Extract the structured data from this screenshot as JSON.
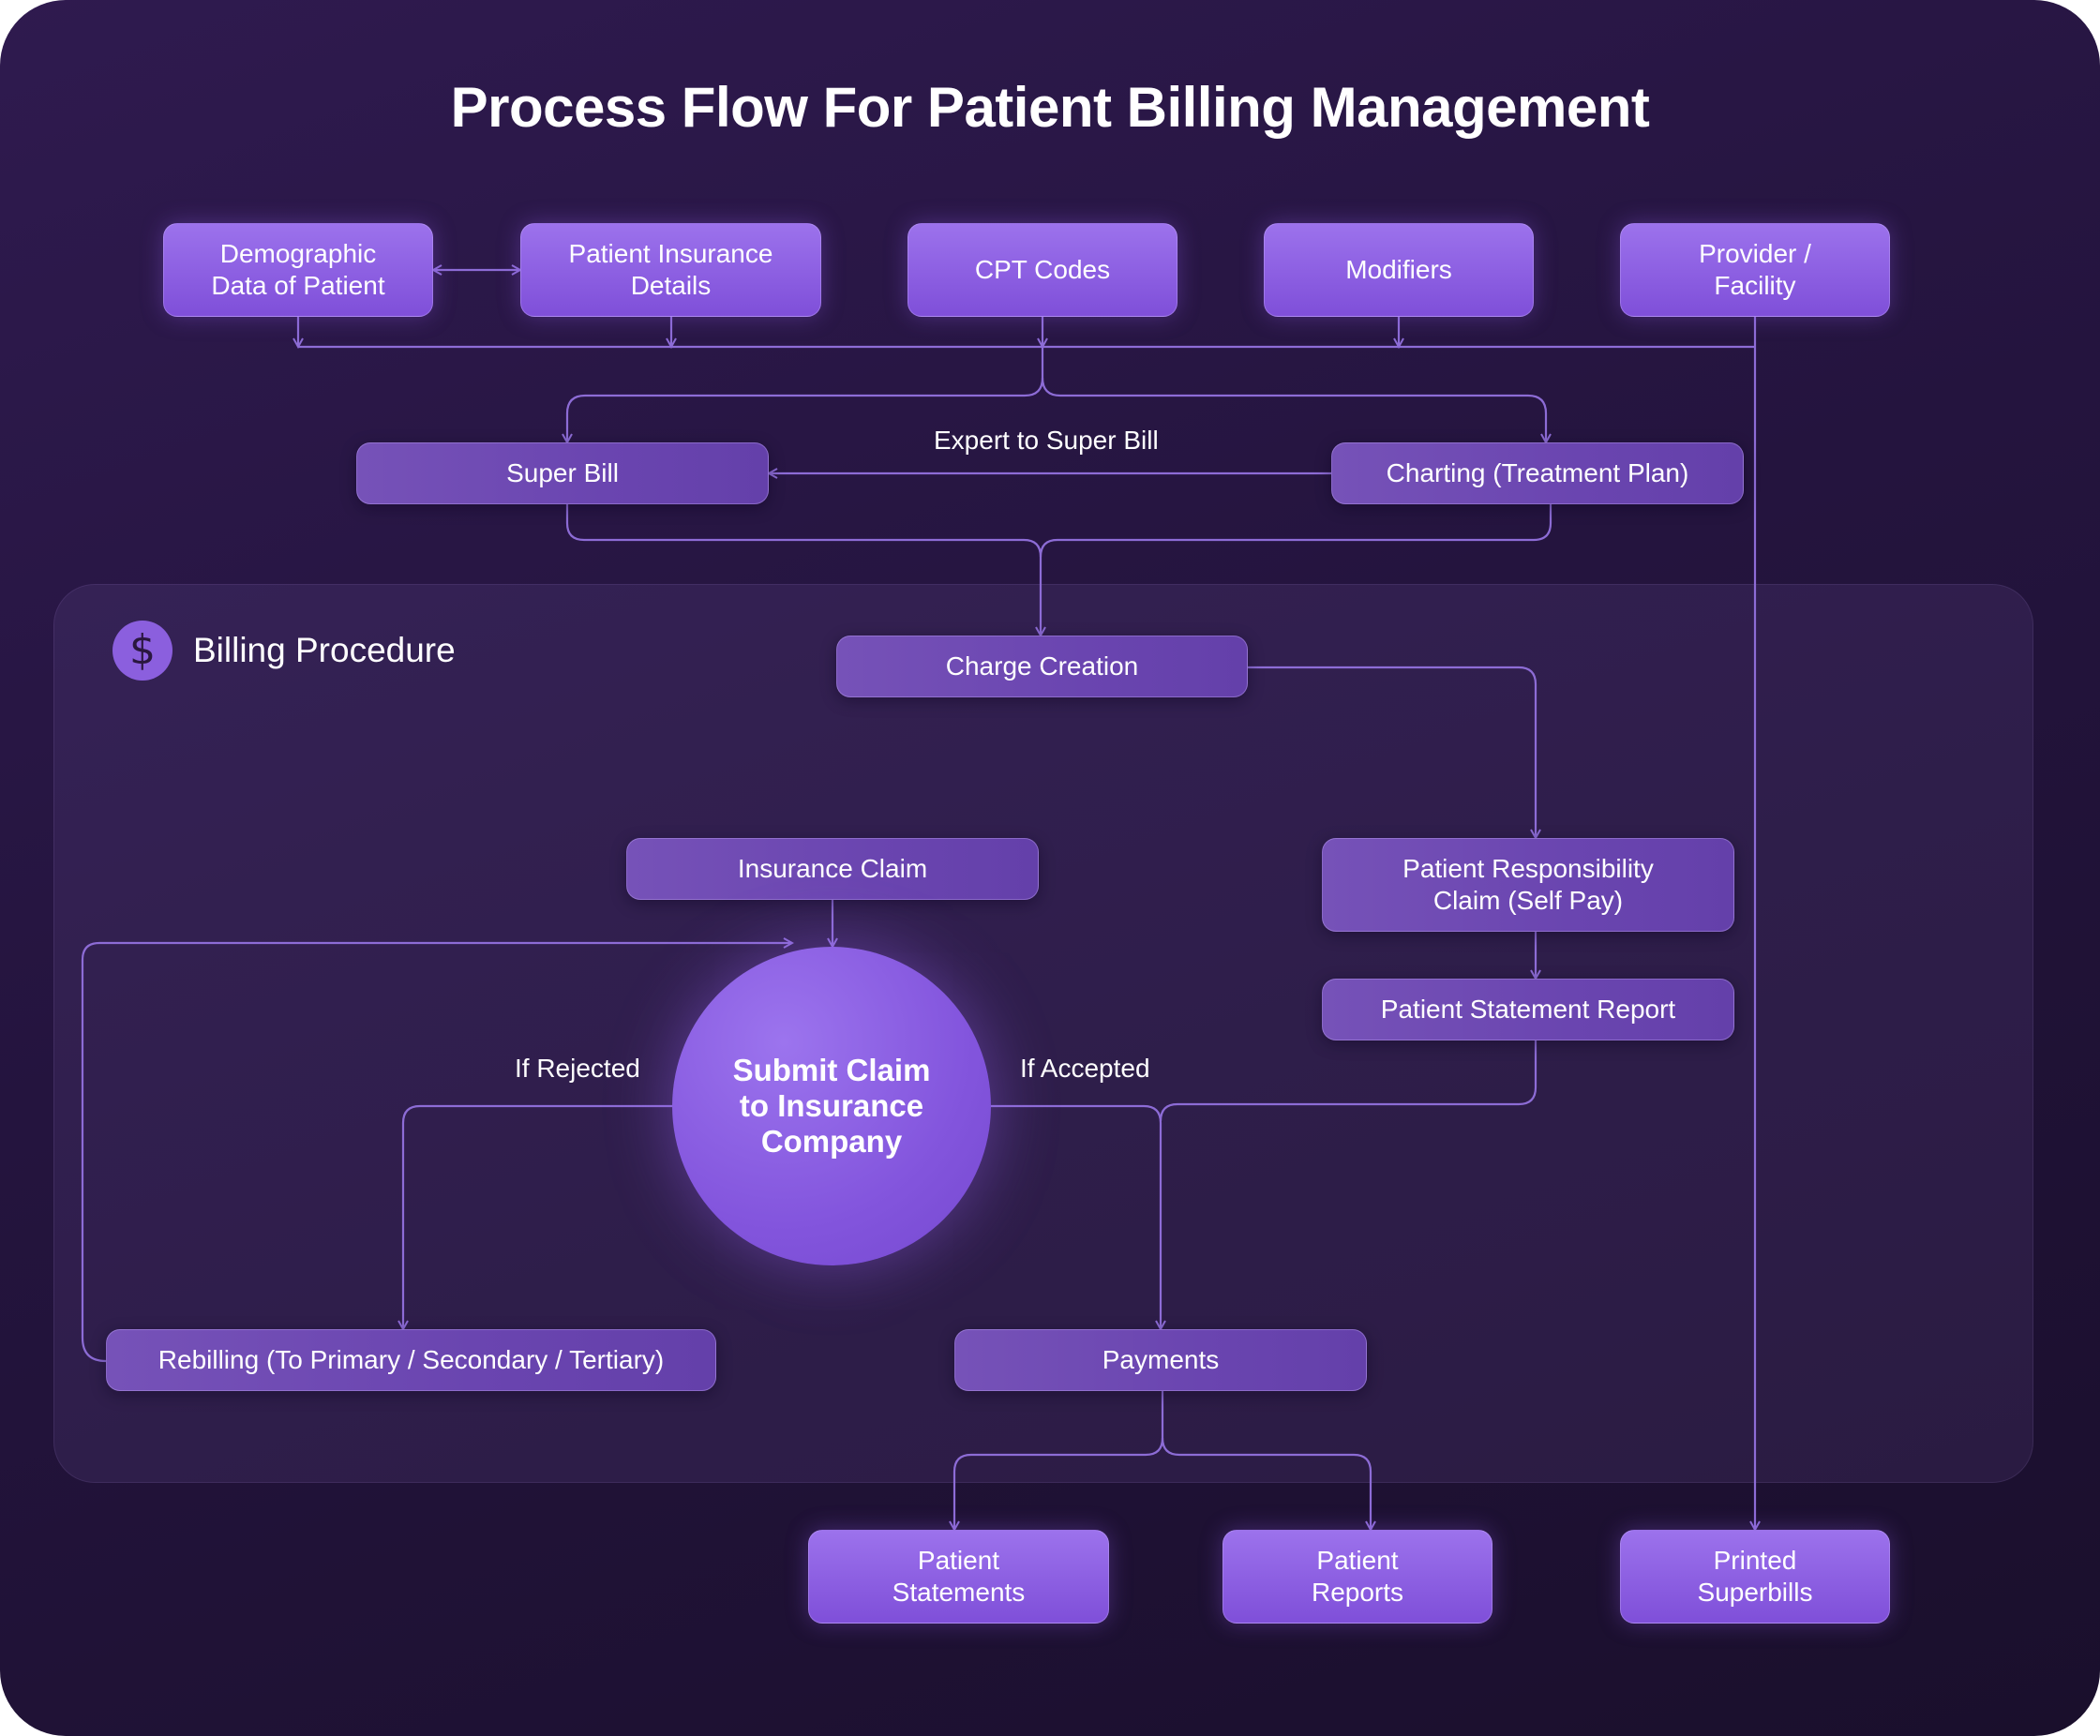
{
  "title": "Process Flow For Patient Billing Management",
  "region": {
    "label": "Billing Procedure",
    "icon": "dollar-icon",
    "icon_glyph": "$"
  },
  "nodes": {
    "demographic": "Demographic\nData of Patient",
    "insurance_details": "Patient Insurance\nDetails",
    "cpt_codes": "CPT Codes",
    "modifiers": "Modifiers",
    "provider": "Provider /\nFacility",
    "super_bill": "Super Bill",
    "charting": "Charting (Treatment Plan)",
    "charge_creation": "Charge Creation",
    "insurance_claim": "Insurance Claim",
    "submit_claim": "Submit Claim\nto Insurance\nCompany",
    "patient_responsibility": "Patient Responsibility\nClaim (Self Pay)",
    "statement_report": "Patient Statement Report",
    "rebilling": "Rebilling (To Primary / Secondary / Tertiary)",
    "payments": "Payments",
    "patient_statements": "Patient\nStatements",
    "patient_reports": "Patient\nReports",
    "printed_superbills": "Printed\nSuperbills"
  },
  "edge_labels": {
    "expert": "Expert to Super Bill",
    "rejected": "If Rejected",
    "accepted": "If Accepted"
  },
  "colors": {
    "background": "#24143e",
    "node_bright": "#8b5fe3",
    "node_muted": "#6f4ab3",
    "connector": "#8d6cd6",
    "text": "#ffffff"
  }
}
